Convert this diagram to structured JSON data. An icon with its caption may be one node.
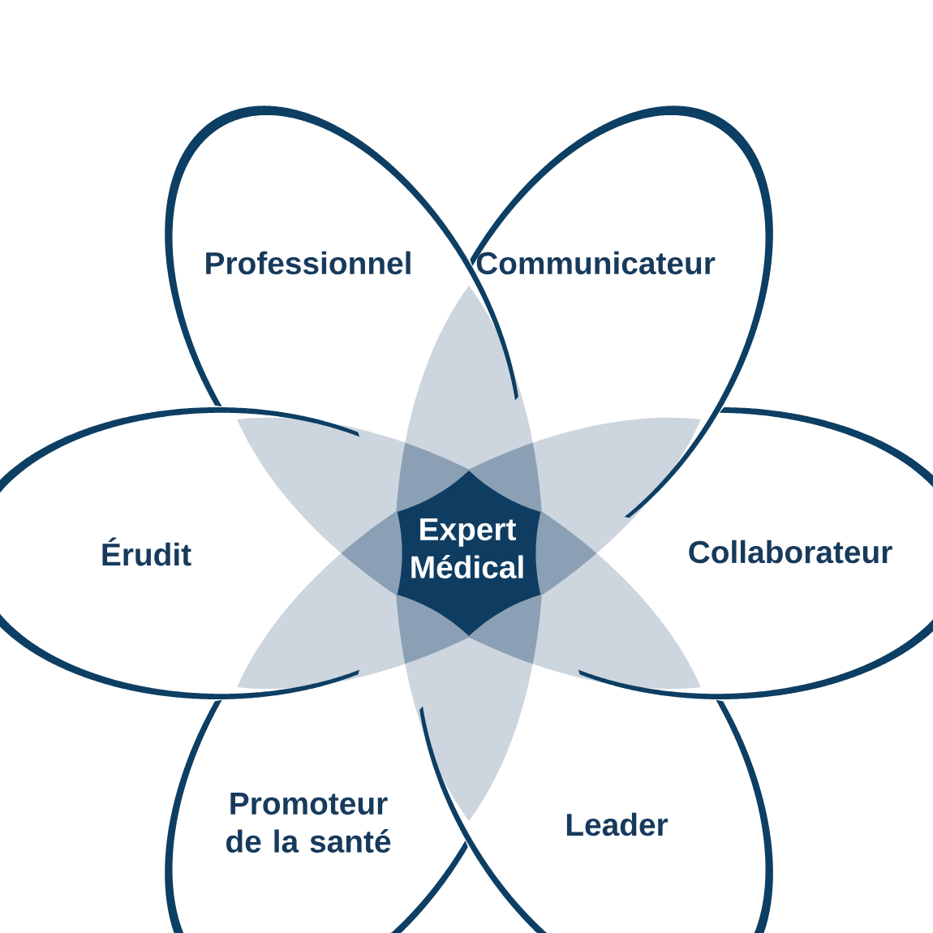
{
  "diagram": {
    "nodes": [
      {
        "text": [
          "Professionnel"
        ]
      },
      {
        "text": [
          "Communicateur"
        ]
      },
      {
        "text": [
          "Érudit"
        ]
      },
      {
        "text": [
          "Expert Médical"
        ]
      },
      {
        "text": [
          "Collaborateur"
        ]
      },
      {
        "text": [
          "Promoteur de la santé"
        ]
      },
      {
        "text": [
          "Leader"
        ]
      }
    ]
  }
}
